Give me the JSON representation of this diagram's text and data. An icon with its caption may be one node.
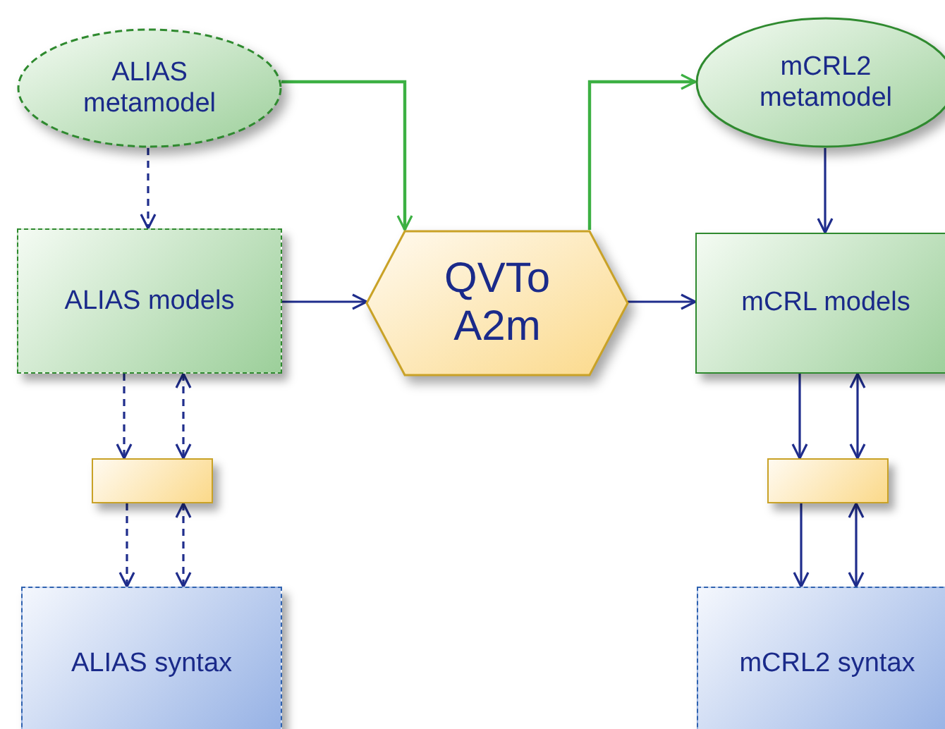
{
  "diagram": {
    "nodes": [
      {
        "text": [
          "ALIAS metamodel"
        ]
      },
      {
        "text": [
          "mCRL2 metamodel"
        ]
      },
      {
        "text": [
          "ALIAS models"
        ]
      },
      {
        "text": [
          "QVTo A2m"
        ]
      },
      {
        "text": [
          "mCRL models"
        ]
      },
      {
        "text": [],
        "shape": "box"
      },
      {
        "text": [],
        "shape": "box"
      },
      {
        "text": [
          "ALIAS syntax"
        ]
      },
      {
        "text": [
          "mCRL2 syntax"
        ]
      }
    ],
    "edges": [
      {
        "from": 0,
        "to": 2,
        "arrow": "to",
        "style": "dashed"
      },
      {
        "from": 0,
        "to": 3,
        "arrow": "to",
        "color": "#3cb043"
      },
      {
        "from": 3,
        "to": 1,
        "arrow": "to",
        "color": "#3cb043"
      },
      {
        "from": 1,
        "to": 4,
        "arrow": "to"
      },
      {
        "from": 2,
        "to": 3,
        "arrow": "to"
      },
      {
        "from": 3,
        "to": 4,
        "arrow": "to"
      },
      {
        "from": 2,
        "to": 5,
        "arrow": "to",
        "style": "dashed"
      },
      {
        "from": 2,
        "to": 5,
        "arrow": "both",
        "style": "dashed"
      },
      {
        "from": 5,
        "to": 7,
        "arrow": "to",
        "style": "dashed"
      },
      {
        "from": 5,
        "to": 7,
        "arrow": "both",
        "style": "dashed"
      },
      {
        "from": 4,
        "to": 6,
        "arrow": "to"
      },
      {
        "from": 4,
        "to": 6,
        "arrow": "both"
      },
      {
        "from": 6,
        "to": 8,
        "arrow": "to"
      },
      {
        "from": 6,
        "to": 8,
        "arrow": "both"
      }
    ]
  }
}
